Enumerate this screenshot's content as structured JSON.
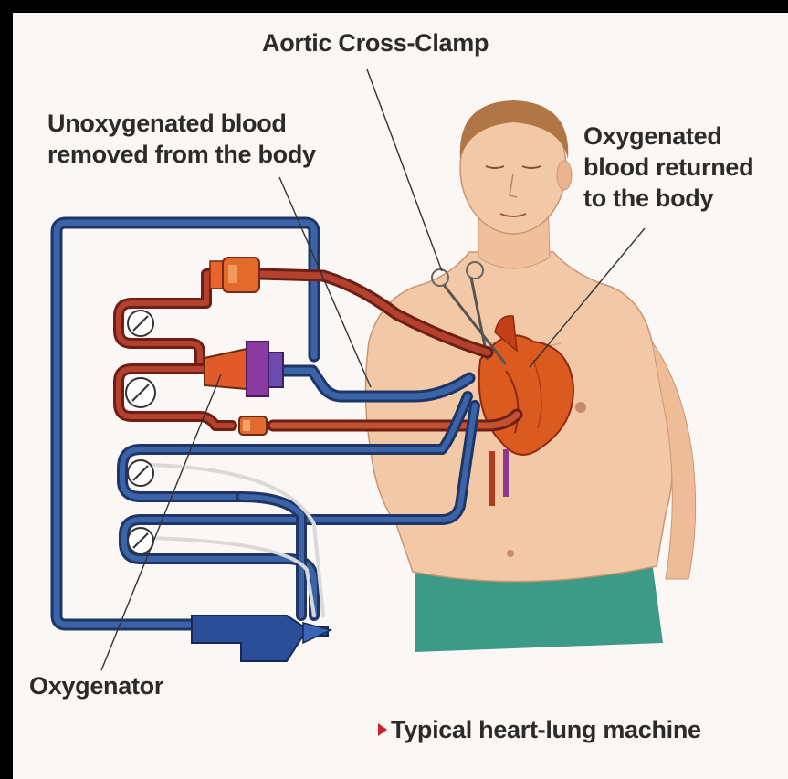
{
  "labels": {
    "aortic_clamp": "Aortic Cross-Clamp",
    "unoxygenated_line1": "Unoxygenated blood",
    "unoxygenated_line2": "removed from the body",
    "oxygenated_line1": "Oxygenated",
    "oxygenated_line2": "blood returned",
    "oxygenated_line3": "to the body",
    "oxygenator": "Oxygenator",
    "caption": "Typical heart-lung machine"
  },
  "icons": {
    "caption_bullet": "red-triangle-bullet-icon"
  },
  "colors": {
    "background": "#fbf7f4",
    "frame": "#000000",
    "venous_tube": "#2f4f86",
    "arterial_tube": "#a23a2c",
    "skin": "#f2c7a5",
    "heart": "#d9551f",
    "shorts": "#3c9a86",
    "caption_bullet": "#c8232c"
  }
}
